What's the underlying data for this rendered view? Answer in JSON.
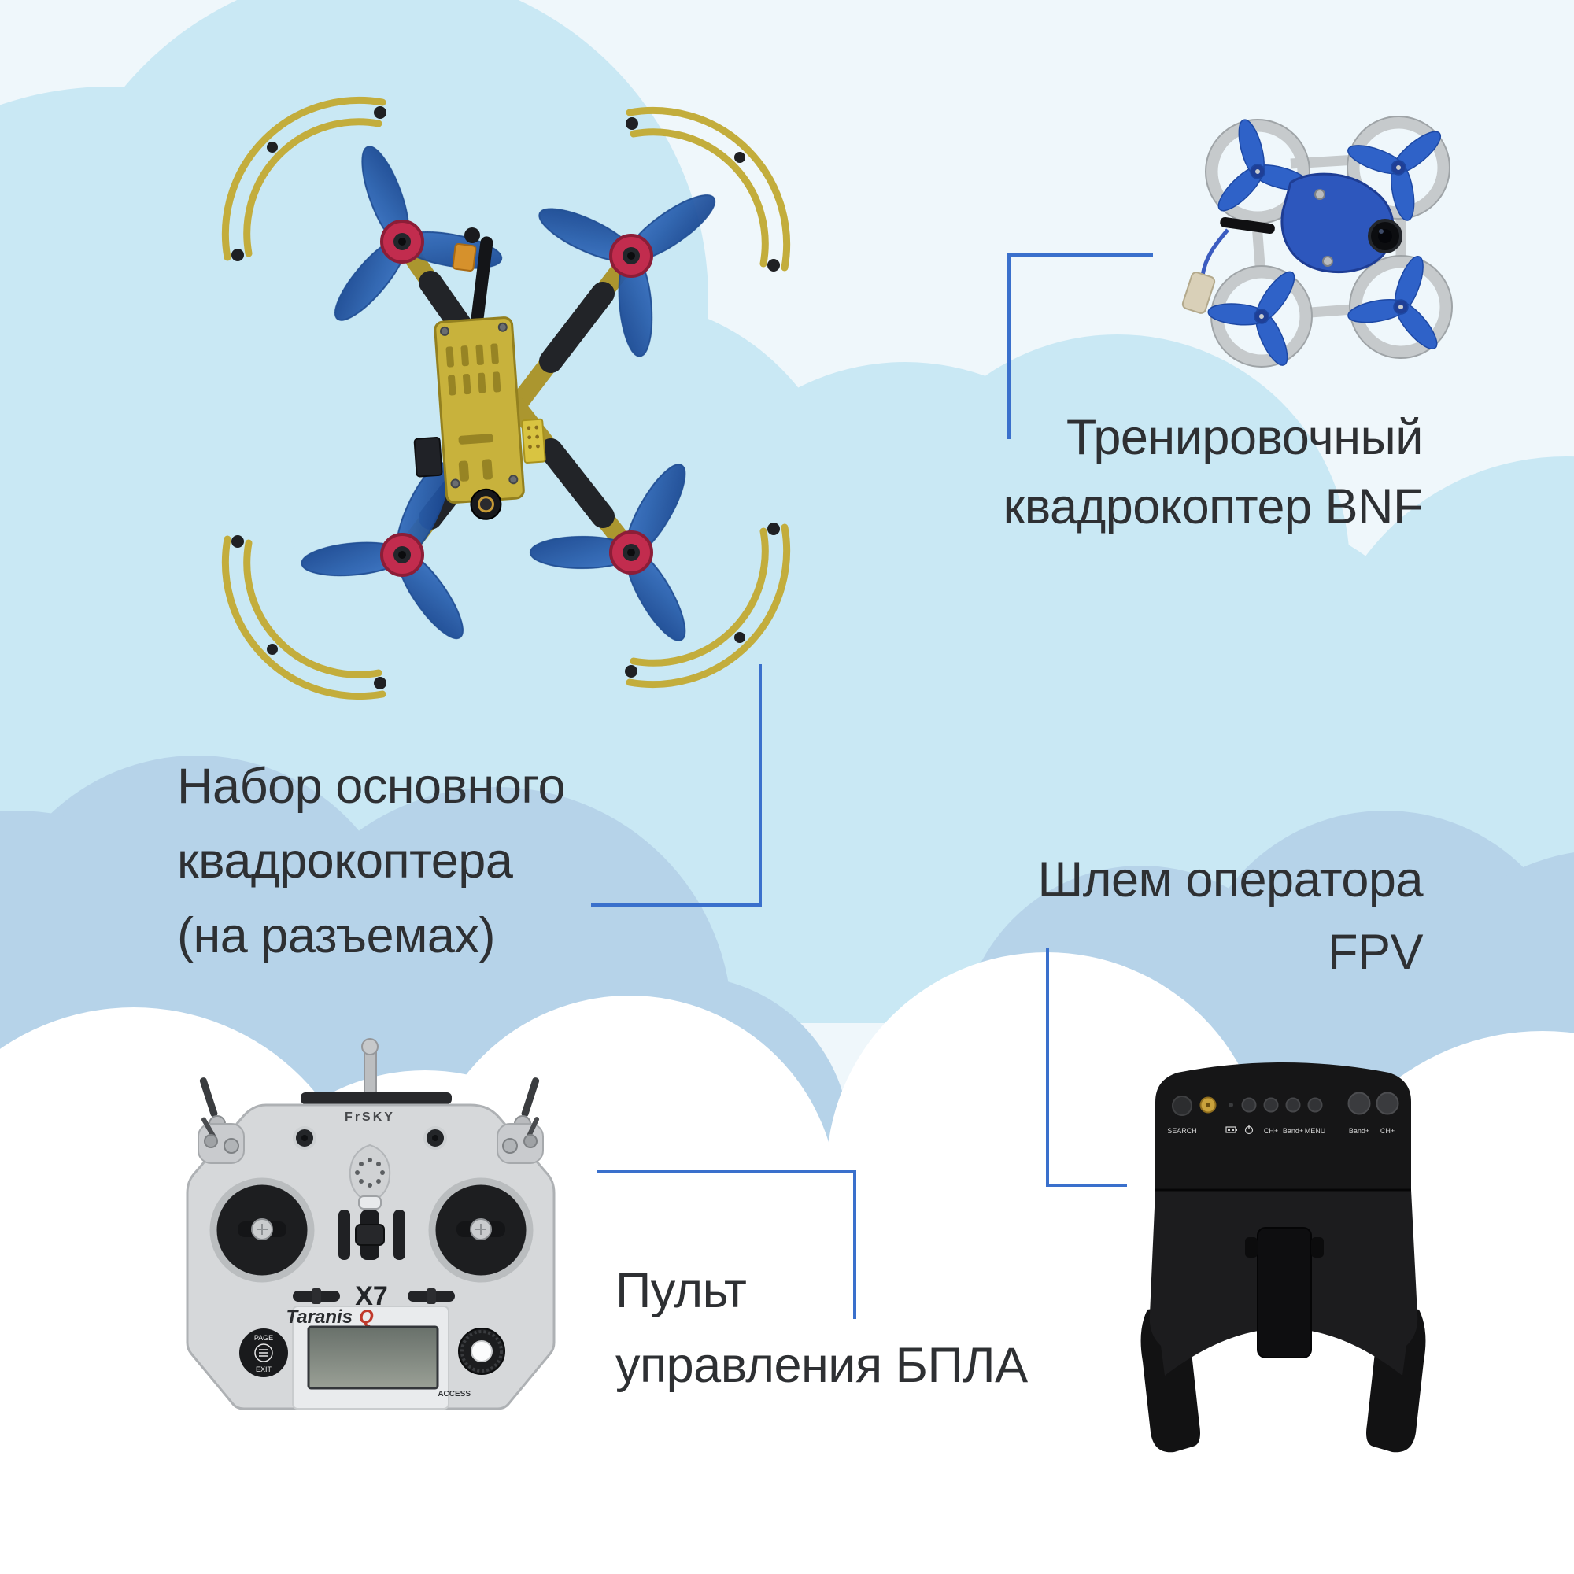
{
  "page": {
    "background": "#eff7fb",
    "text_color": "#2e3033",
    "connector_color": "#3a70cc",
    "cloud_colors": {
      "light": "#c9e8f4",
      "medium": "#b6d3e9",
      "white": "#ffffff"
    }
  },
  "labels": {
    "main_kit": {
      "lines": [
        "Набор основного",
        "квадрокоптера",
        "(на разъемах)"
      ]
    },
    "trainer": {
      "lines": [
        "Тренировочный",
        "квадрокоптер BNF"
      ]
    },
    "fpv_helmet": {
      "lines": [
        "Шлем оператора",
        "FPV"
      ]
    },
    "remote": {
      "lines": [
        "Пульт",
        "управления БПЛА"
      ]
    }
  },
  "remote_control": {
    "brand": "FrSKY",
    "model": "X7",
    "series": "Taranis",
    "series_mark": "Q",
    "button_top": "PAGE",
    "button_bottom": "EXIT",
    "protocol": "ACCESS"
  },
  "goggles": {
    "buttons": [
      "SEARCH",
      "CH+",
      "Band+",
      "MENU",
      "Band+",
      "CH+"
    ]
  }
}
